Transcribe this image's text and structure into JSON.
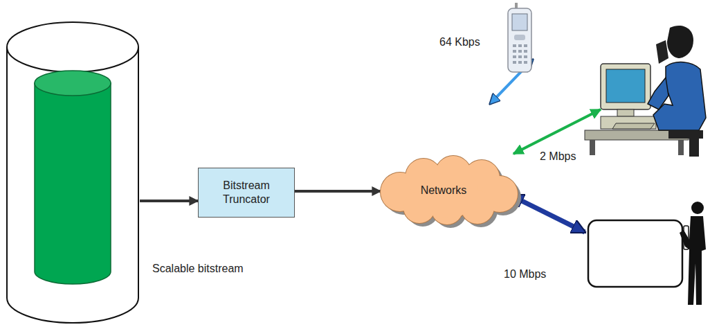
{
  "diagram": {
    "nodes": [
      {
        "text": [
          "Scalable bitstream"
        ]
      },
      {
        "text": [
          "Bitstream Truncator"
        ]
      },
      {
        "text": [
          "Networks"
        ]
      }
    ],
    "edges": [
      {
        "from": 0,
        "to": 1,
        "arrow": "to"
      },
      {
        "from": 1,
        "to": 2,
        "arrow": "to"
      }
    ],
    "labels": [
      "64 Kbps",
      "2 Mbps",
      "10 Mbps"
    ]
  }
}
